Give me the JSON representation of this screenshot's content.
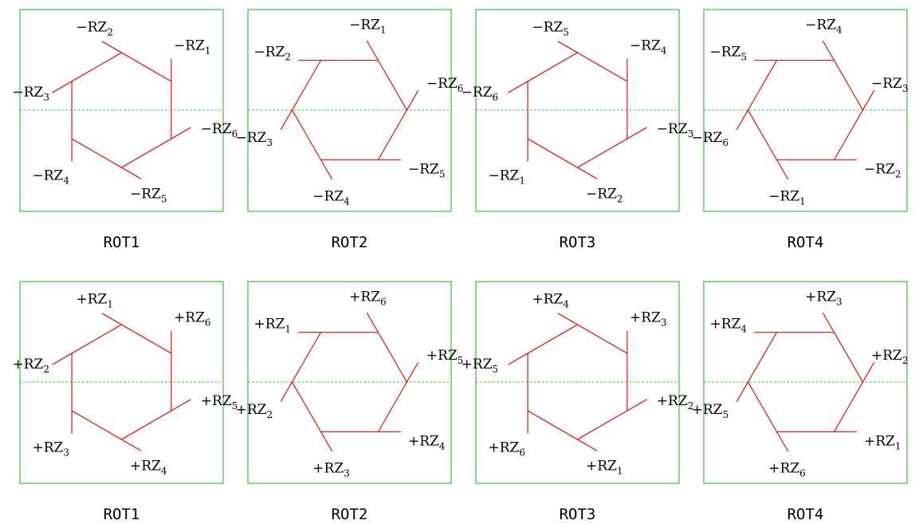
{
  "panels": [
    {
      "caption": "ROT1",
      "hex": "pointy",
      "labels": [
        {
          "sign": "−",
          "name": "RZ",
          "sub": "1"
        },
        {
          "sign": "−",
          "name": "RZ",
          "sub": "2"
        },
        {
          "sign": "−",
          "name": "RZ",
          "sub": "3"
        },
        {
          "sign": "−",
          "name": "RZ",
          "sub": "4"
        },
        {
          "sign": "−",
          "name": "RZ",
          "sub": "5"
        },
        {
          "sign": "−",
          "name": "RZ",
          "sub": "6"
        }
      ]
    },
    {
      "caption": "ROT2",
      "hex": "flat",
      "labels": [
        {
          "sign": "−",
          "name": "RZ",
          "sub": "6"
        },
        {
          "sign": "−",
          "name": "RZ",
          "sub": "1"
        },
        {
          "sign": "−",
          "name": "RZ",
          "sub": "2"
        },
        {
          "sign": "−",
          "name": "RZ",
          "sub": "3"
        },
        {
          "sign": "−",
          "name": "RZ",
          "sub": "4"
        },
        {
          "sign": "−",
          "name": "RZ",
          "sub": "5"
        }
      ]
    },
    {
      "caption": "ROT3",
      "hex": "pointy",
      "labels": [
        {
          "sign": "−",
          "name": "RZ",
          "sub": "4"
        },
        {
          "sign": "−",
          "name": "RZ",
          "sub": "5"
        },
        {
          "sign": "−",
          "name": "RZ",
          "sub": "6"
        },
        {
          "sign": "−",
          "name": "RZ",
          "sub": "1"
        },
        {
          "sign": "−",
          "name": "RZ",
          "sub": "2"
        },
        {
          "sign": "−",
          "name": "RZ",
          "sub": "3"
        }
      ]
    },
    {
      "caption": "ROT4",
      "hex": "flat",
      "labels": [
        {
          "sign": "−",
          "name": "RZ",
          "sub": "3"
        },
        {
          "sign": "−",
          "name": "RZ",
          "sub": "4"
        },
        {
          "sign": "−",
          "name": "RZ",
          "sub": "5"
        },
        {
          "sign": "−",
          "name": "RZ",
          "sub": "6"
        },
        {
          "sign": "−",
          "name": "RZ",
          "sub": "1"
        },
        {
          "sign": "−",
          "name": "RZ",
          "sub": "2"
        }
      ]
    },
    {
      "caption": "ROT1",
      "hex": "pointy",
      "labels": [
        {
          "sign": "+",
          "name": "RZ",
          "sub": "6"
        },
        {
          "sign": "+",
          "name": "RZ",
          "sub": "1"
        },
        {
          "sign": "+",
          "name": "RZ",
          "sub": "2"
        },
        {
          "sign": "+",
          "name": "RZ",
          "sub": "3"
        },
        {
          "sign": "+",
          "name": "RZ",
          "sub": "4"
        },
        {
          "sign": "+",
          "name": "RZ",
          "sub": "5"
        }
      ]
    },
    {
      "caption": "ROT2",
      "hex": "flat",
      "labels": [
        {
          "sign": "+",
          "name": "RZ",
          "sub": "5"
        },
        {
          "sign": "+",
          "name": "RZ",
          "sub": "6"
        },
        {
          "sign": "+",
          "name": "RZ",
          "sub": "1"
        },
        {
          "sign": "+",
          "name": "RZ",
          "sub": "2"
        },
        {
          "sign": "+",
          "name": "RZ",
          "sub": "3"
        },
        {
          "sign": "+",
          "name": "RZ",
          "sub": "4"
        }
      ]
    },
    {
      "caption": "ROT3",
      "hex": "pointy",
      "labels": [
        {
          "sign": "+",
          "name": "RZ",
          "sub": "3"
        },
        {
          "sign": "+",
          "name": "RZ",
          "sub": "4"
        },
        {
          "sign": "+",
          "name": "RZ",
          "sub": "5"
        },
        {
          "sign": "+",
          "name": "RZ",
          "sub": "6"
        },
        {
          "sign": "+",
          "name": "RZ",
          "sub": "1"
        },
        {
          "sign": "+",
          "name": "RZ",
          "sub": "2"
        }
      ]
    },
    {
      "caption": "ROT4",
      "hex": "flat",
      "labels": [
        {
          "sign": "+",
          "name": "RZ",
          "sub": "2"
        },
        {
          "sign": "+",
          "name": "RZ",
          "sub": "3"
        },
        {
          "sign": "+",
          "name": "RZ",
          "sub": "4"
        },
        {
          "sign": "+",
          "name": "RZ",
          "sub": "5"
        },
        {
          "sign": "+",
          "name": "RZ",
          "sub": "6"
        },
        {
          "sign": "+",
          "name": "RZ",
          "sub": "1"
        }
      ]
    }
  ],
  "colors": {
    "frame": "#3cbf3c",
    "hexagon": "#d62828",
    "axis": "#3cbf3c",
    "text": "#000000"
  }
}
